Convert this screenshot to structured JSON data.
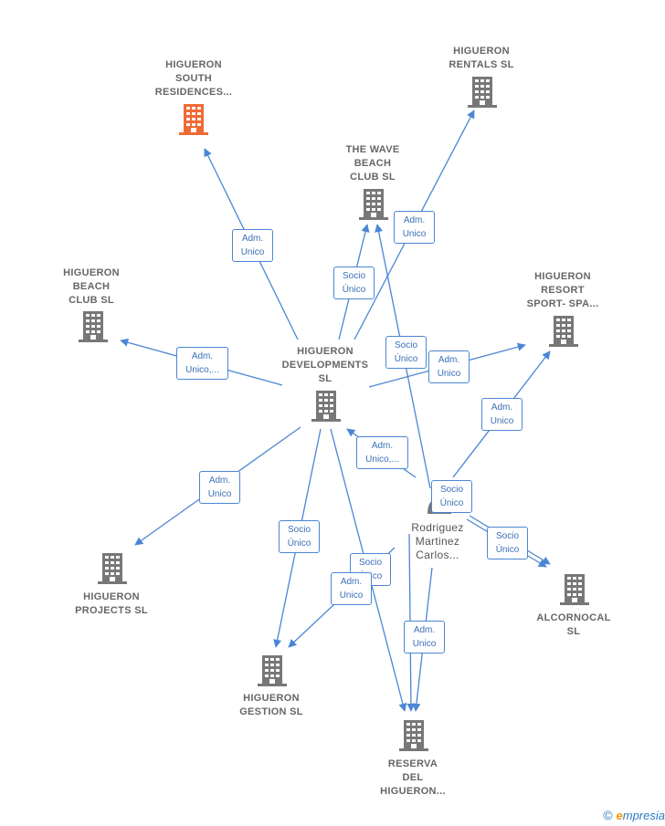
{
  "colors": {
    "edge": "#4a86d4",
    "building": "#777777",
    "building_highlight": "#f06a35",
    "text": "#666666"
  },
  "nodes": {
    "south": {
      "lines": [
        "HIGUERON",
        "SOUTH",
        "RESIDENCES..."
      ],
      "icon": "building-icon",
      "highlight": true
    },
    "rentals": {
      "lines": [
        "HIGUERON",
        "RENTALS  SL"
      ],
      "icon": "building-icon"
    },
    "wave": {
      "lines": [
        "THE WAVE",
        "BEACH",
        "CLUB  SL"
      ],
      "icon": "building-icon"
    },
    "beach": {
      "lines": [
        "HIGUERON",
        "BEACH",
        "CLUB  SL"
      ],
      "icon": "building-icon"
    },
    "resort": {
      "lines": [
        "HIGUERON",
        "RESORT",
        "SPORT- SPA..."
      ],
      "icon": "building-icon"
    },
    "dev": {
      "lines": [
        "HIGUERON",
        "DEVELOPMENTS",
        "SL"
      ],
      "icon": "building-icon"
    },
    "projects": {
      "lines": [
        "HIGUERON",
        "PROJECTS  SL"
      ],
      "icon": "building-icon"
    },
    "alcornocal": {
      "lines": [
        "ALCORNOCAL",
        "SL"
      ],
      "icon": "building-icon"
    },
    "gestion": {
      "lines": [
        "HIGUERON",
        "GESTION  SL"
      ],
      "icon": "building-icon"
    },
    "reserva": {
      "lines": [
        "RESERVA",
        "DEL",
        "HIGUERON..."
      ],
      "icon": "building-icon"
    },
    "person": {
      "lines": [
        "Rodriguez",
        "Martinez",
        "Carlos..."
      ],
      "icon": "person-icon"
    }
  },
  "edges": [
    {
      "lines": [
        "Adm.",
        "Unico"
      ]
    },
    {
      "lines": [
        "Socio",
        "Único"
      ]
    },
    {
      "lines": [
        "Adm.",
        "Unico"
      ]
    },
    {
      "lines": [
        "Adm.",
        "Unico,..."
      ]
    },
    {
      "lines": [
        "Adm.",
        "Unico"
      ]
    },
    {
      "lines": [
        "Socio",
        "Único"
      ]
    },
    {
      "lines": [
        "Adm.",
        "Unico"
      ]
    },
    {
      "lines": [
        "Adm.",
        "Unico,..."
      ]
    },
    {
      "lines": [
        "Socio",
        "Único"
      ]
    },
    {
      "lines": [
        "Socio",
        "Único"
      ]
    },
    {
      "lines": [
        "Adm.",
        "Unico"
      ]
    },
    {
      "lines": [
        "Socio",
        "Único"
      ]
    },
    {
      "lines": [
        "Socio",
        "Único"
      ]
    },
    {
      "lines": [
        "Adm.",
        "Unico"
      ]
    },
    {
      "lines": [
        "Adm.",
        "Unico"
      ]
    }
  ],
  "brand": {
    "copyright": "©",
    "e": "e",
    "rest": "mpresia"
  }
}
